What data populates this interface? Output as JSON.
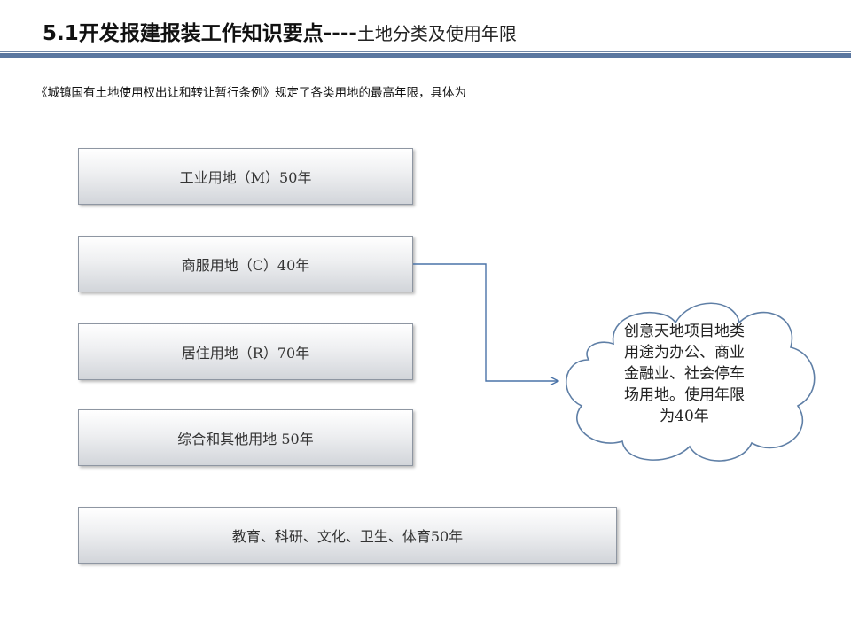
{
  "header": {
    "title_main": "5.1开发报建报装工作知识要点",
    "title_sep": "----",
    "title_sub": "土地分类及使用年限"
  },
  "intro": "《城镇国有土地使用权出让和转让暂行条例》规定了各类用地的最高年限，具体为",
  "land_types": {
    "industrial": "工业用地（M）50年",
    "commercial": "商服用地（C）40年",
    "residential": "居住用地（R）70年",
    "mixed": "综合和其他用地 50年",
    "education": "教育、科研、文化、卫生、体育50年"
  },
  "callout": {
    "line1": "创意天地项目地类",
    "line2": "用途为办公、商业",
    "line3": "金融业、社会停车",
    "line4": "场用地。使用年限",
    "line5": "为40年"
  },
  "colors": {
    "accent_rule": "#5a77a0",
    "connector": "#4a73a8",
    "box_border": "#8e96a2",
    "cloud_stroke": "#5f7fa6"
  }
}
